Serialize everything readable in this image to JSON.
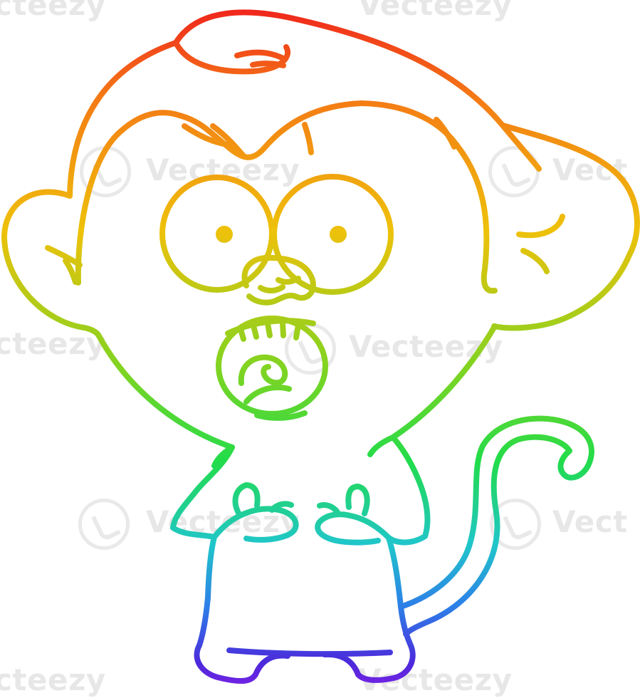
{
  "image": {
    "subject": "monkey",
    "style": "rainbow-gradient-line-art",
    "colors": {
      "top": "#ef1d1d",
      "orange": "#f47a15",
      "yellow": "#eec10a",
      "green": "#7fd422",
      "bright_green": "#22dc4a",
      "cyan": "#20c6ca",
      "blue": "#2d7ee8",
      "indigo": "#4c29db",
      "violet": "#8b20e8"
    }
  },
  "watermark": {
    "text": "Vecteezy",
    "partial_left": "cteezy",
    "partial_right": "Vect"
  }
}
